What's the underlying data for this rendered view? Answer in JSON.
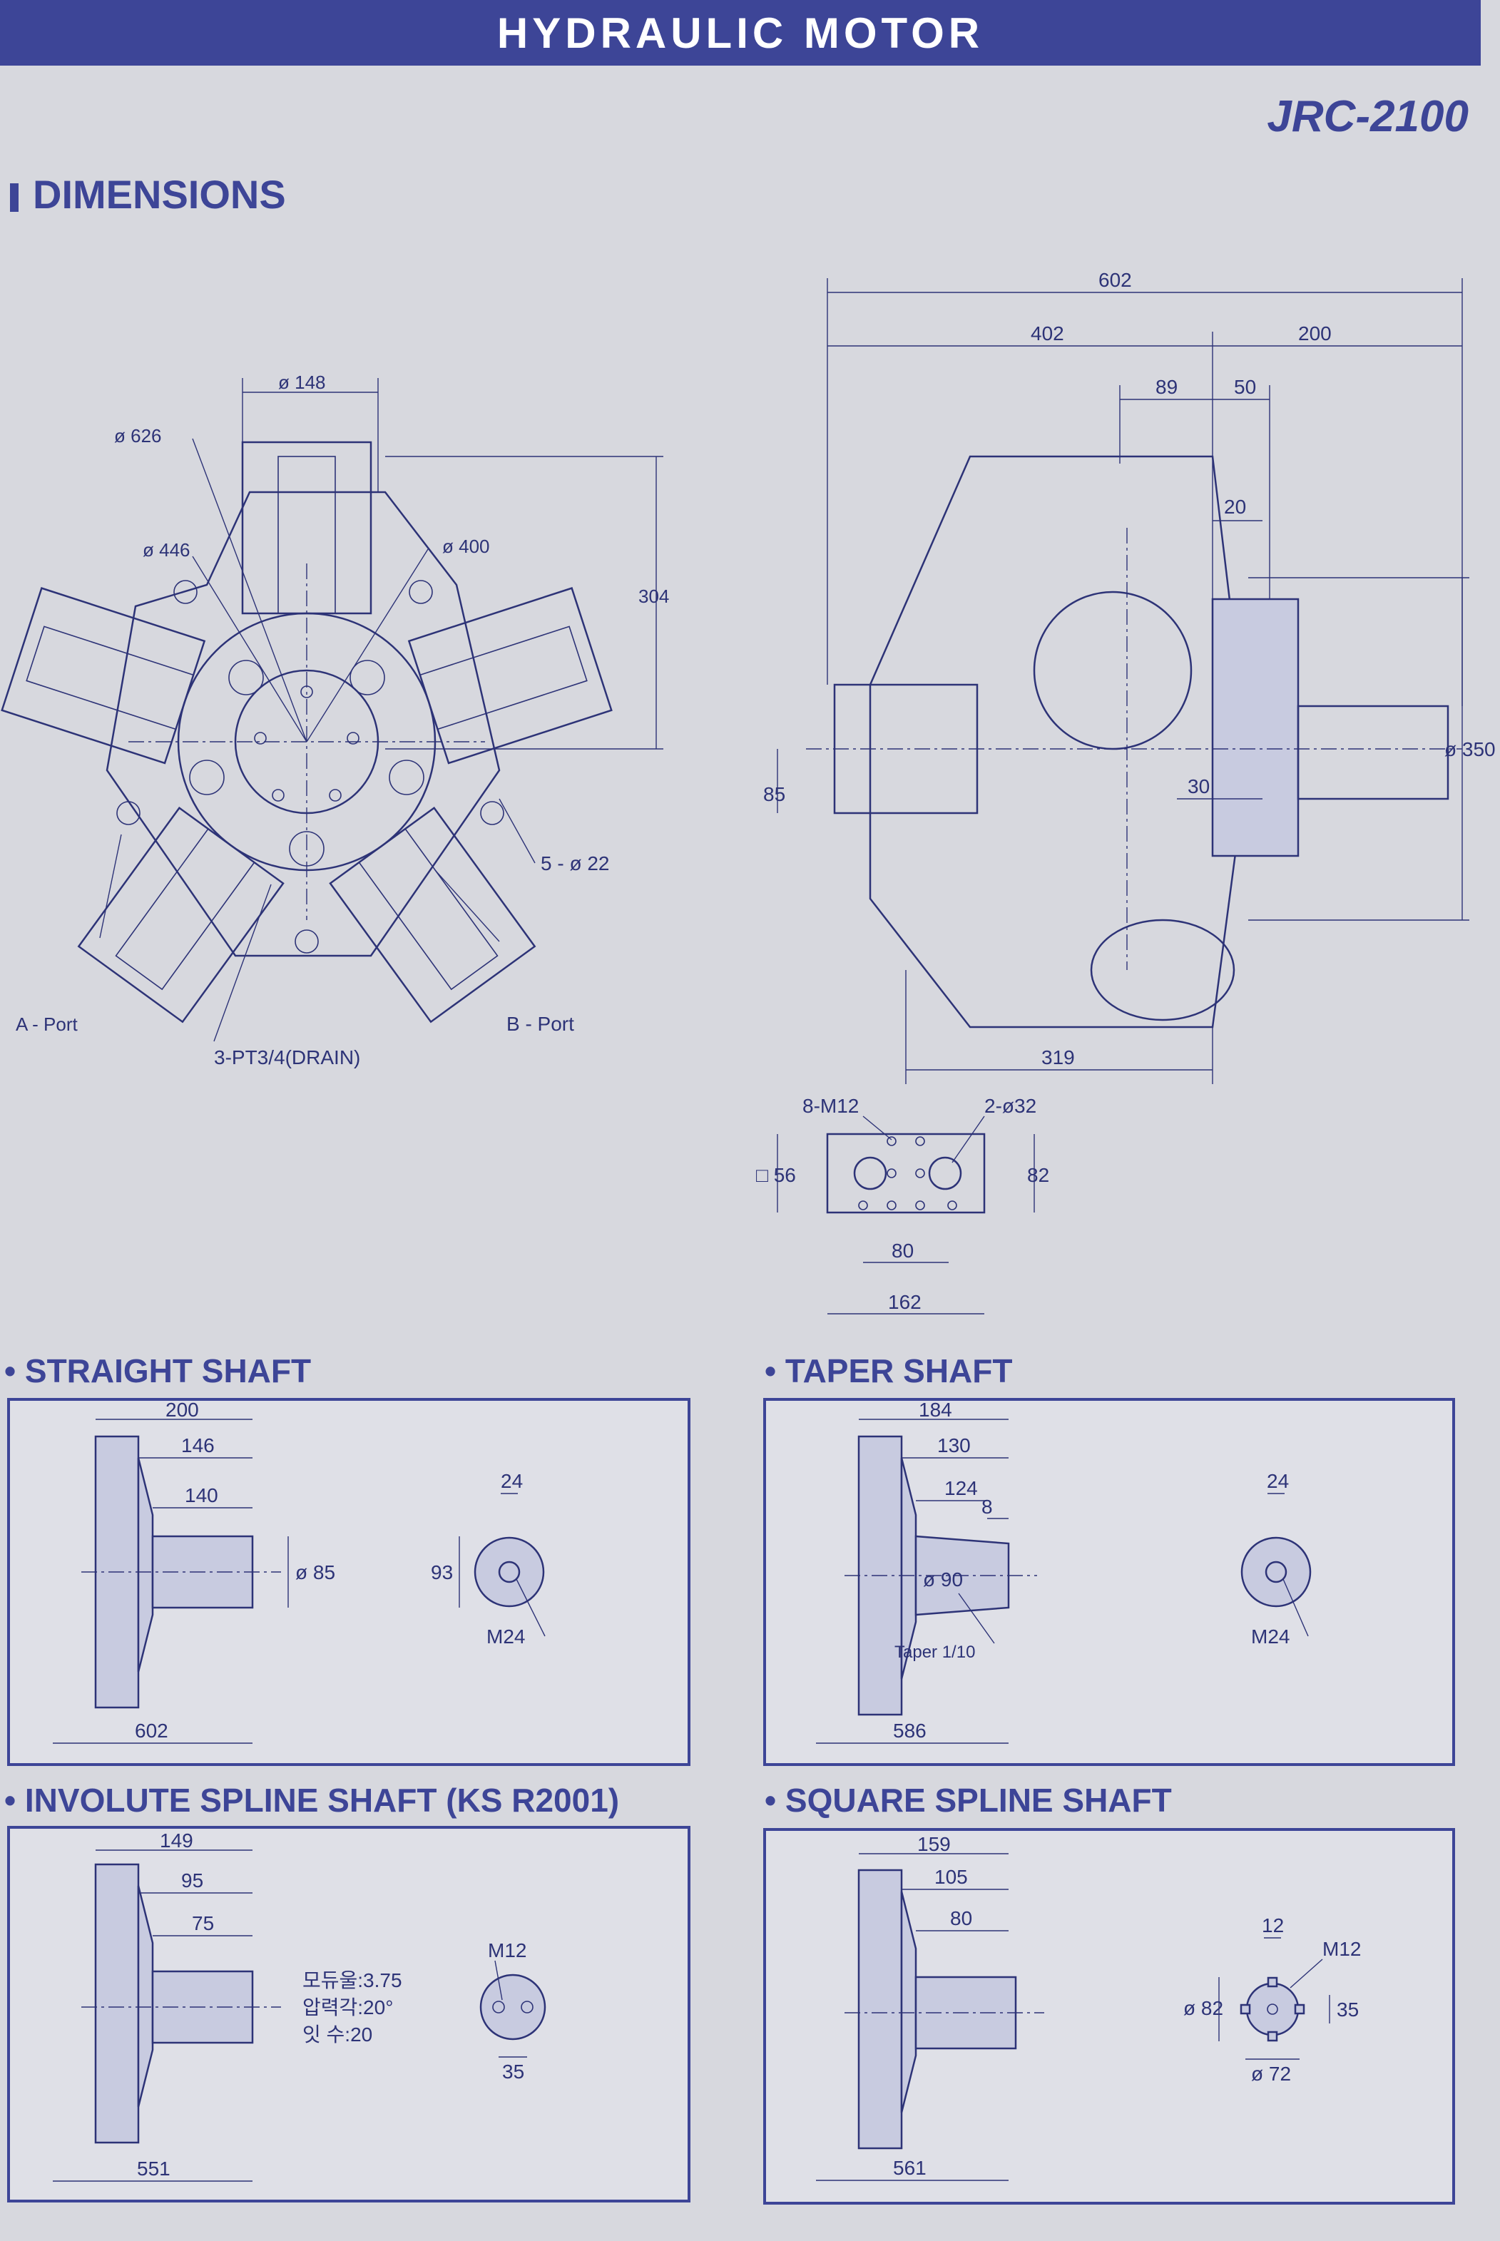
{
  "header": {
    "banner": "HYDRAULIC  MOTOR",
    "model": "JRC-2100"
  },
  "section": {
    "title": "DIMENSIONS"
  },
  "front_view": {
    "d148": "ø 148",
    "d626": "ø 626",
    "d446": "ø 446",
    "d400": "ø 400",
    "h304": "304",
    "holes": "5 - ø 22",
    "a_port": "A - Port",
    "b_port": "B - Port",
    "drain": "3-PT3/4(DRAIN)"
  },
  "side_view": {
    "l602": "602",
    "l402": "402",
    "l200": "200",
    "l89": "89",
    "l50": "50",
    "l20": "20",
    "l85": "85",
    "l30": "30",
    "d350": "ø 350",
    "l319": "319"
  },
  "port_flange": {
    "bolts": "8-M12",
    "ports": "2-ø32",
    "sq56": "□ 56",
    "h82": "82",
    "w80": "80",
    "w162": "162"
  },
  "straight_shaft": {
    "title": "• STRAIGHT SHAFT",
    "l200": "200",
    "l146": "146",
    "l140": "140",
    "d85": "ø 85",
    "l602": "602",
    "k24": "24",
    "h93": "93",
    "m24": "M24"
  },
  "taper_shaft": {
    "title": "• TAPER SHAFT",
    "l184": "184",
    "l130": "130",
    "l124": "124",
    "l8": "8",
    "d90": "ø 90",
    "taper": "Taper 1/10",
    "l586": "586",
    "k24": "24",
    "m24": "M24"
  },
  "involute_shaft": {
    "title": "• INVOLUTE SPLINE SHAFT (KS R2001)",
    "l149": "149",
    "l95": "95",
    "l75": "75",
    "l551": "551",
    "module": "모듀울:3.75",
    "pressure_angle": "압력각:20°",
    "teeth": "잇 수:20",
    "m12": "M12",
    "w35": "35"
  },
  "square_shaft": {
    "title": "• SQUARE SPLINE SHAFT",
    "l159": "159",
    "l105": "105",
    "l80": "80",
    "l561": "561",
    "k12": "12",
    "m12": "M12",
    "d82": "ø 82",
    "h35": "35",
    "d72": "ø 72"
  }
}
